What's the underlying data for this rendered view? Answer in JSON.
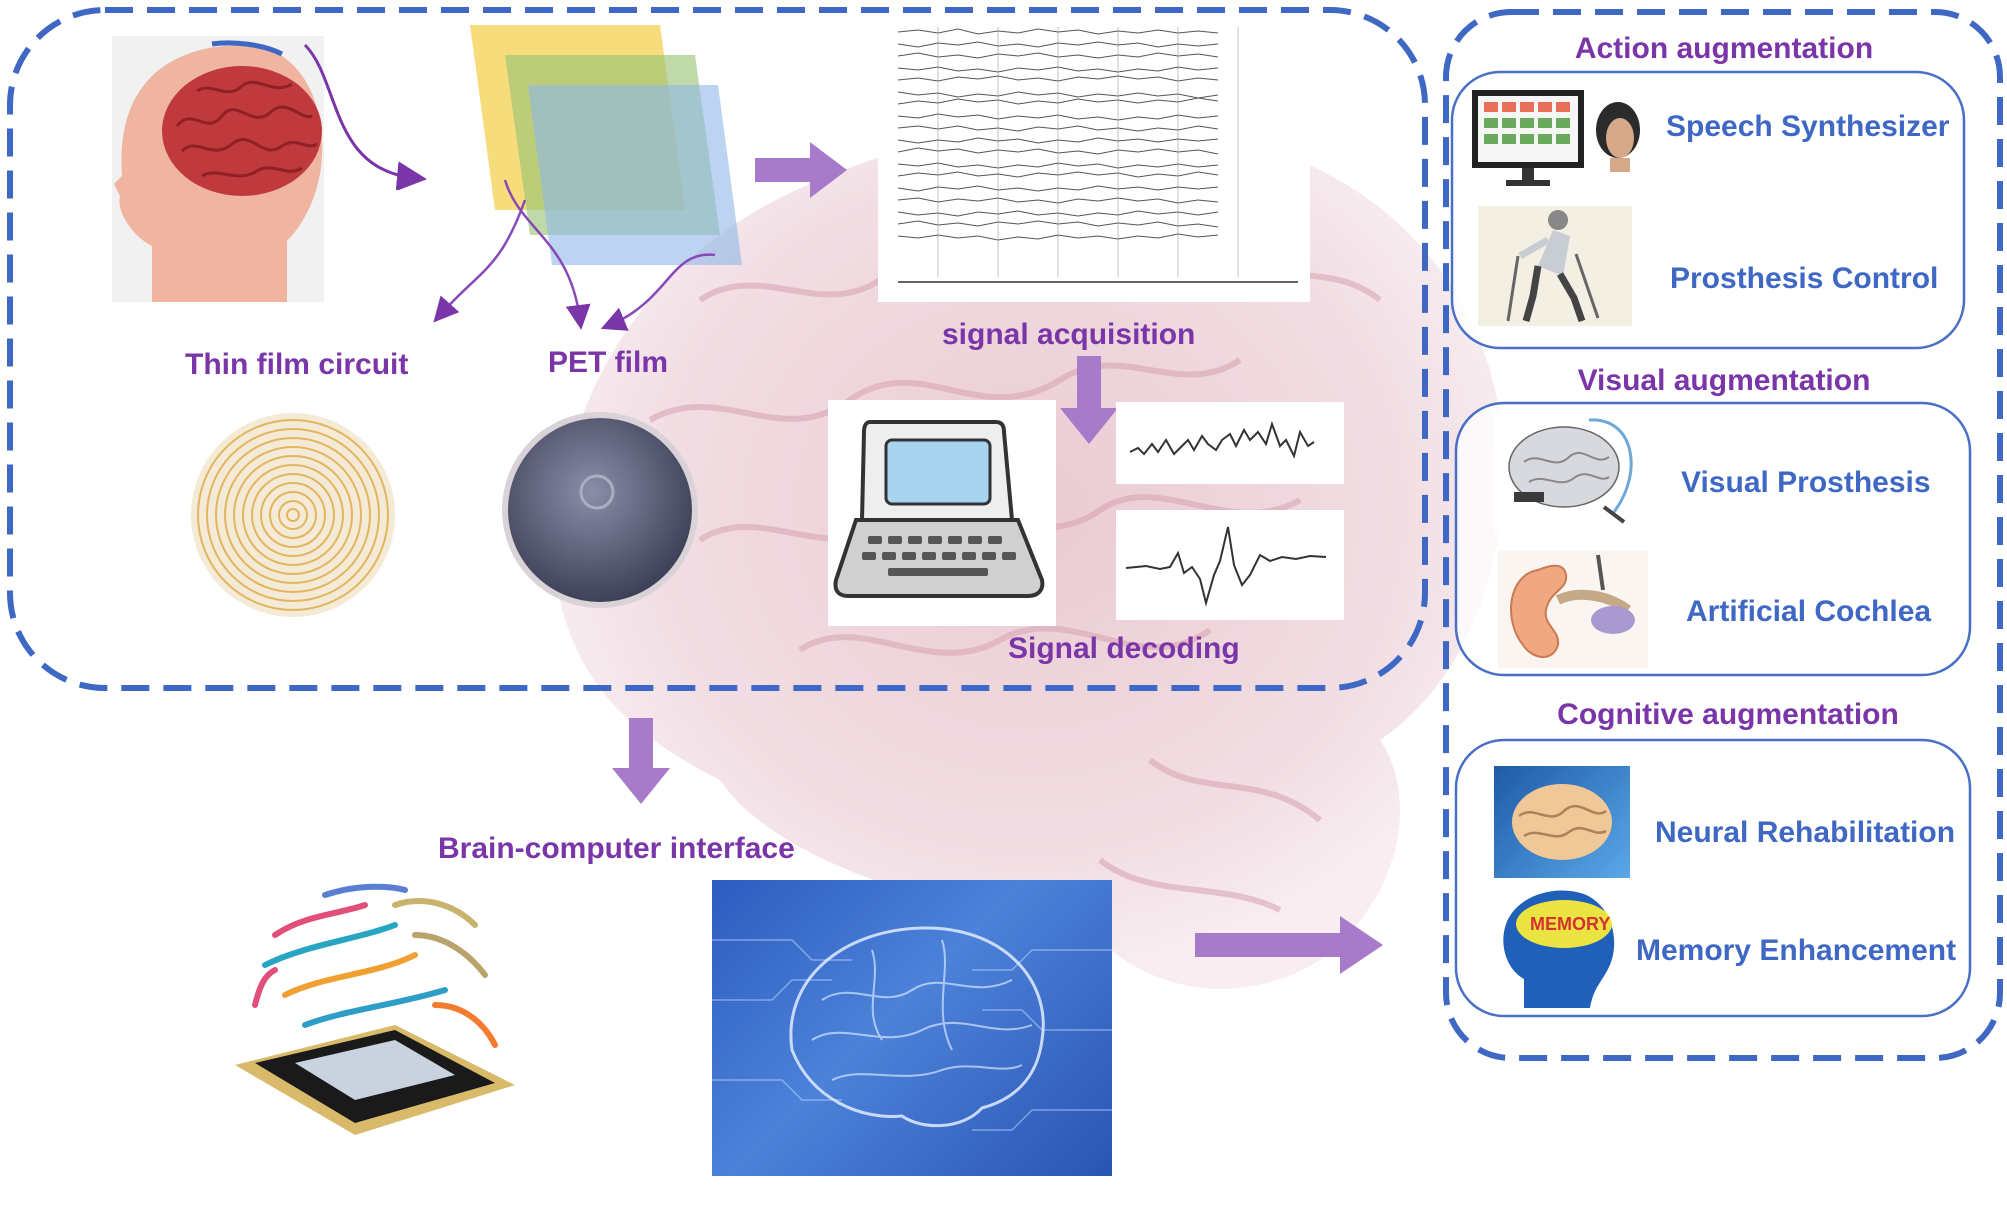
{
  "labels": {
    "thin_film_circuit": "Thin film circuit",
    "pet_film": "PET film",
    "signal_acquisition": "signal acquisition",
    "signal_decoding": "Signal decoding",
    "bci": "Brain-computer interface",
    "memory_tag": "MEMORY"
  },
  "augmentations": [
    {
      "title": "Action augmentation",
      "items": [
        {
          "label": "Speech Synthesizer",
          "icon": "monitor-head-icon"
        },
        {
          "label": "Prosthesis Control",
          "icon": "exoskeleton-icon"
        }
      ]
    },
    {
      "title": "Visual augmentation",
      "items": [
        {
          "label": "Visual Prosthesis",
          "icon": "brain-implant-icon"
        },
        {
          "label": "Artificial Cochlea",
          "icon": "ear-icon"
        }
      ]
    },
    {
      "title": "Cognitive augmentation",
      "items": [
        {
          "label": "Neural Rehabilitation",
          "icon": "brain-glow-icon"
        },
        {
          "label": "Memory Enhancement",
          "icon": "head-memory-icon"
        }
      ]
    }
  ],
  "colors": {
    "dash_blue": "#3f67c4",
    "arrow_purple": "#a77bc9",
    "label_purple": "#7a35a8",
    "label_blue": "#3f67c4"
  }
}
